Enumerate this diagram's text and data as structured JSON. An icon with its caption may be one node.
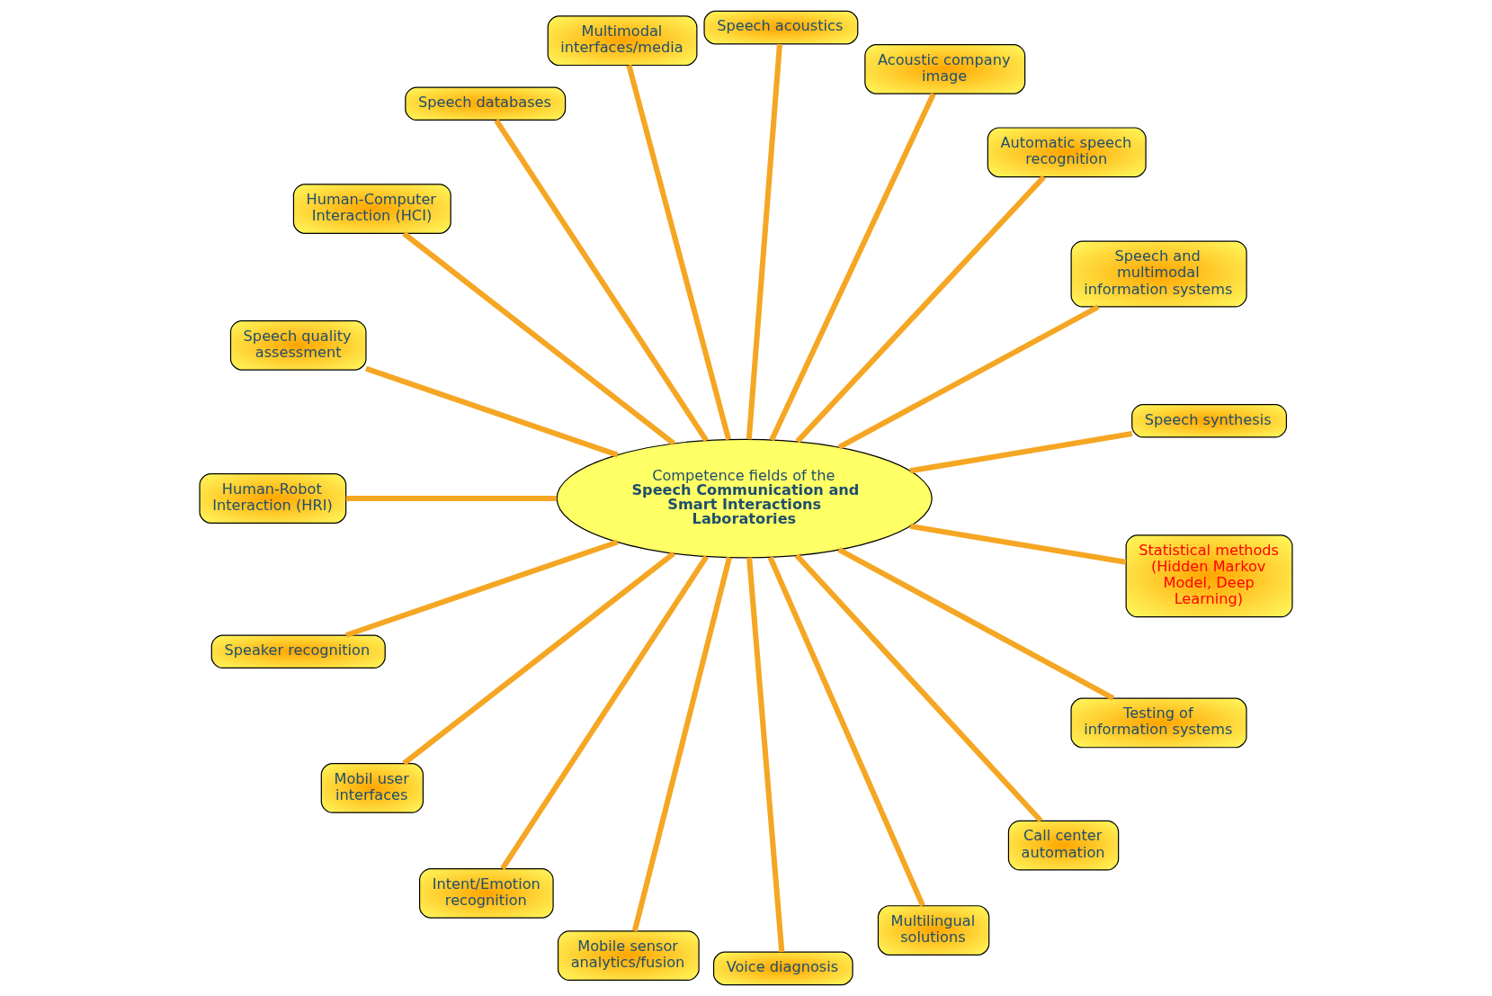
{
  "diagram": {
    "nodes": [
      {
        "text": [
          "Competence fields of the",
          "Speech Communication and Smart Interactions Laboratories"
        ]
      },
      {
        "text": [
          "Speech synthesis"
        ]
      },
      {
        "text": [
          "Speech and multimodal information systems"
        ]
      },
      {
        "text": [
          "Automatic speech recognition"
        ]
      },
      {
        "text": [
          "Acoustic company image"
        ]
      },
      {
        "text": [
          "Speech acoustics"
        ]
      },
      {
        "text": [
          "Multimodal interfaces/media"
        ]
      },
      {
        "text": [
          "Speech databases"
        ]
      },
      {
        "text": [
          "Human-Computer Interaction (HCI)"
        ]
      },
      {
        "text": [
          "Speech quality assessment"
        ]
      },
      {
        "text": [
          "Human-Robot Interaction (HRI)"
        ]
      },
      {
        "text": [
          "Speaker recognition"
        ]
      },
      {
        "text": [
          "Mobil user interfaces"
        ]
      },
      {
        "text": [
          "Intent/Emotion recognition"
        ]
      },
      {
        "text": [
          "Mobile sensor analytics/fusion"
        ]
      },
      {
        "text": [
          "Voice diagnosis"
        ]
      },
      {
        "text": [
          "Multilingual solutions"
        ]
      },
      {
        "text": [
          "Call center automation"
        ]
      },
      {
        "text": [
          "Testing of information systems"
        ]
      },
      {
        "text": [
          "Statistical methods (Hidden Markov Model, Deep Learning)"
        ]
      }
    ],
    "edges": [
      {
        "from": 1,
        "to": 0,
        "arrow": "none"
      },
      {
        "from": 2,
        "to": 0,
        "arrow": "none"
      },
      {
        "from": 3,
        "to": 0,
        "arrow": "none"
      },
      {
        "from": 4,
        "to": 0,
        "arrow": "none"
      },
      {
        "from": 5,
        "to": 0,
        "arrow": "none"
      },
      {
        "from": 6,
        "to": 0,
        "arrow": "none"
      },
      {
        "from": 7,
        "to": 0,
        "arrow": "none"
      },
      {
        "from": 8,
        "to": 0,
        "arrow": "none"
      },
      {
        "from": 9,
        "to": 0,
        "arrow": "none"
      },
      {
        "from": 10,
        "to": 0,
        "arrow": "none"
      },
      {
        "from": 11,
        "to": 0,
        "arrow": "none"
      },
      {
        "from": 12,
        "to": 0,
        "arrow": "none"
      },
      {
        "from": 13,
        "to": 0,
        "arrow": "none"
      },
      {
        "from": 14,
        "to": 0,
        "arrow": "none"
      },
      {
        "from": 15,
        "to": 0,
        "arrow": "none"
      },
      {
        "from": 16,
        "to": 0,
        "arrow": "none"
      },
      {
        "from": 17,
        "to": 0,
        "arrow": "none"
      },
      {
        "from": 18,
        "to": 0,
        "arrow": "none"
      },
      {
        "from": 19,
        "to": 0,
        "arrow": "none"
      }
    ]
  }
}
